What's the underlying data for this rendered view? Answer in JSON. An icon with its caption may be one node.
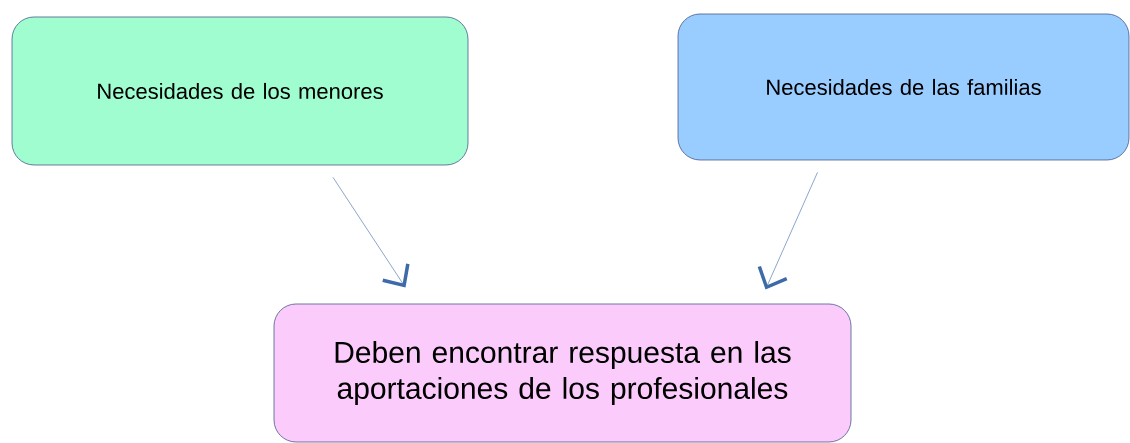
{
  "diagram": {
    "nodes": [
      {
        "text": [
          "Necesidades de los menores"
        ]
      },
      {
        "text": [
          "Necesidades de las familias"
        ]
      },
      {
        "text": [
          "Deben encontrar respuesta en las aportaciones de los profesionales"
        ]
      }
    ],
    "edges": [
      {
        "from": 0,
        "to": 2,
        "arrow": "to"
      },
      {
        "from": 1,
        "to": 2,
        "arrow": "to"
      }
    ]
  }
}
